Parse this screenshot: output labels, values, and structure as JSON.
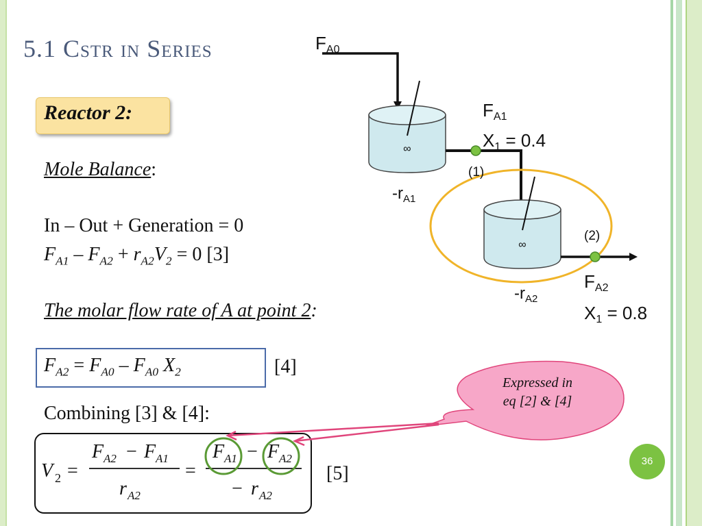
{
  "title": "5.1 Cstr in Series",
  "reactor_label": "Reactor 2:",
  "mole_balance": "Mole Balance",
  "colon": ":",
  "in_out": "In – Out + Generation = 0",
  "eq3_ref": "= 0 [3]",
  "molar_flow_label": "The molar flow rate of A at point 2",
  "eq4_ref": "[4]",
  "combining": "Combining [3] & [4]:",
  "eq5_ref": "[5]",
  "callout": [
    "Expressed in",
    "eq [2] & [4]"
  ],
  "page_number": "36",
  "diagram": {
    "fa0": "F",
    "fa0_sub": "A0",
    "fa1": "F",
    "fa1_sub": "A1",
    "x1_top": "X",
    "x1_top_sub": "1",
    "x1_top_val": " = 0.4",
    "ra1": "-r",
    "ra1_sub": "A1",
    "point1": "(1)",
    "point2": "(2)",
    "ra2": "-r",
    "ra2_sub": "A2",
    "fa2": "F",
    "fa2_sub": "A2",
    "x1_bot": "X",
    "x1_bot_sub": "1",
    "x1_bot_val": " = 0.8"
  },
  "colors": {
    "title": "#4a5a7a",
    "highlight_ellipse": "#f0b429",
    "callout": "#f7a7c8",
    "arrow": "#e0457b",
    "point": "#7cc242"
  }
}
